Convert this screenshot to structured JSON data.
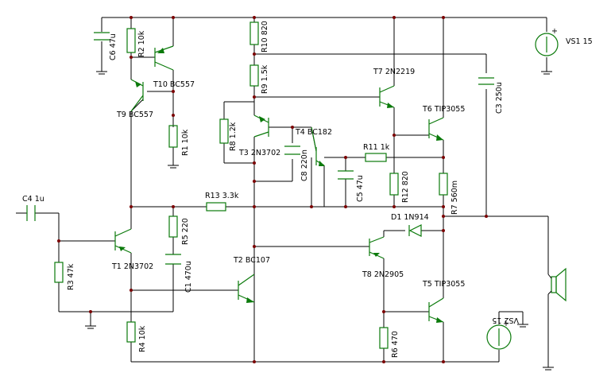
{
  "components": {
    "C6": "C6 47u",
    "R2": "R2 10k",
    "T10": "T10 BC557",
    "T9": "T9 BC557",
    "R1": "R1 10k",
    "R10": "R10 820",
    "R9": "R9 1.5k",
    "R8": "R8 1.2k",
    "T3": "T3 2N3702",
    "T4": "T4 BC182",
    "C8": "C8 220n",
    "C5": "C5 47u",
    "R11": "R11 1k",
    "R12": "R12 820",
    "T7": "T7 2N2219",
    "T6": "T6 TIP3055",
    "R7": "R7 560m",
    "C3": "C3 250u",
    "VS1": "VS1 15",
    "C4": "C4 1u",
    "R13": "R13 3.3k",
    "R3": "R3 47k",
    "T1": "T1 2N3702",
    "R5": "R5 220",
    "C1": "C1 470u",
    "R4": "R4 10k",
    "T2": "T2 BC107",
    "D1": "D1 1N914",
    "T8": "T8 2N2905",
    "R6": "R6 470",
    "T5": "T5 TIP3055",
    "VS2": "VS2 15",
    "plus": "+"
  },
  "colors": {
    "wire": "#000000",
    "symbol": "#0b7a0b",
    "junction": "#7a0000"
  }
}
